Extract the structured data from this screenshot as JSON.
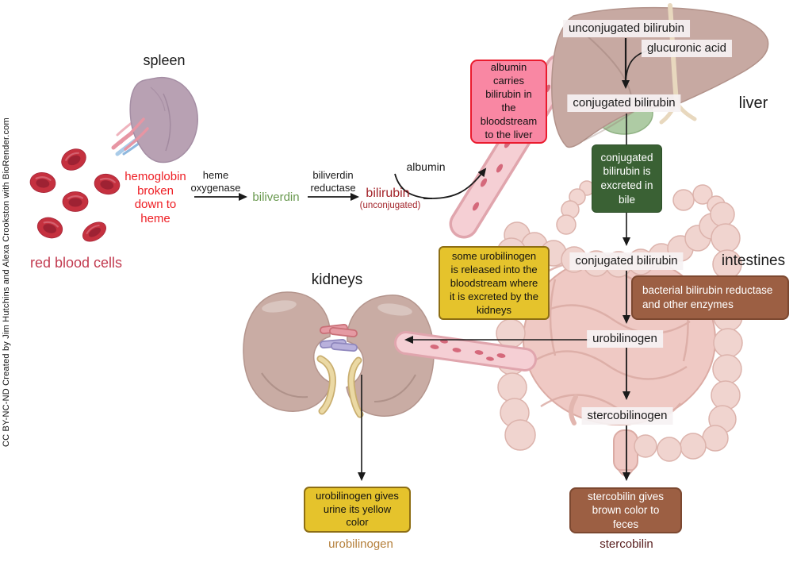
{
  "attribution": "CC BY-NC-ND Created by Jim Hutchins and Alexa Crookston with BioRender.com",
  "organ_labels": {
    "spleen": "spleen",
    "liver": "liver",
    "kidneys": "kidneys",
    "intestines": "intestines",
    "red_blood_cells": "red blood cells"
  },
  "pathway": {
    "hemoglobin_note": "hemoglobin\nbroken\ndown to\nheme",
    "enzyme_heme_oxygenase": "heme\noxygenase",
    "biliverdin": "biliverdin",
    "enzyme_biliverdin_reductase": "biliverdin\nreductase",
    "bilirubin": "bilirubin",
    "bilirubin_qualifier": "(unconjugated)",
    "albumin": "albumin"
  },
  "flow_labels": {
    "unconjugated_bilirubin": "unconjugated bilirubin",
    "glucuronic_acid": "glucuronic acid",
    "conjugated_bilirubin_liver": "conjugated bilirubin",
    "conjugated_bilirubin_intestine": "conjugated bilirubin",
    "urobilinogen": "urobilinogen",
    "stercobilinogen": "stercobilinogen"
  },
  "callout_boxes": {
    "albumin_transport": "albumin\ncarries\nbilirubin in\nthe\nbloodstream\nto the liver",
    "bile_excretion": "conjugated\nbilirubin is\nexcreted in\nbile",
    "urobilinogen_release": "some urobilinogen\nis released into the\nbloodstream where\nit is excreted by the\nkidneys",
    "bacterial_enzymes": "bacterial bilirubin reductase\nand other enzymes",
    "urine_color": "urobilinogen gives\nurine its yellow\ncolor",
    "feces_color": "stercobilin gives\nbrown color to\nfeces"
  },
  "end_products": {
    "urobilinogen": "urobilinogen",
    "stercobilin": "stercobilin"
  },
  "colors": {
    "hemoglobin_red_text": "#EE1D23",
    "rbc_label_red": "#C23B50",
    "biliverdin_green": "#69994F",
    "bilirubin_dark_red": "#A3242A",
    "urobilinogen_gold": "#B5803C",
    "stercobilin_maroon": "#571D1D",
    "pink_box_fill": "#F987A3",
    "pink_box_border": "#EA1B2E",
    "green_box_fill": "#3A6134",
    "yellow_box_fill": "#E5C32C",
    "yellow_box_border": "#8D6E14",
    "brown_box_fill": "#9C5F43",
    "brown_box_border": "#7C4830"
  }
}
